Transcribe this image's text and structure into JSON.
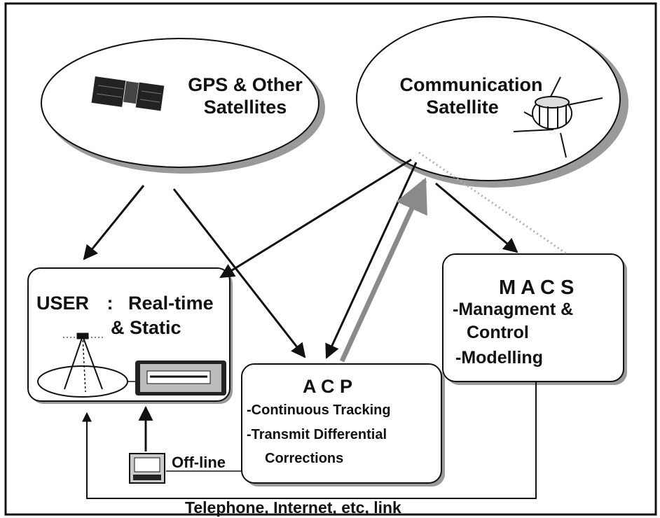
{
  "nodes": {
    "gps": {
      "line1": "GPS & Other",
      "line2": "Satellites",
      "icon": "satellite-panel-icon"
    },
    "comm": {
      "line1": "Communication",
      "line2": "Satellite",
      "icon": "satellite-icon"
    },
    "user": {
      "title": "USER",
      "colon": ":",
      "line1": "Real-time",
      "line2": "& Static",
      "icon1": "antenna-tripod-icon",
      "icon2": "receiver-icon"
    },
    "acp": {
      "title": "A C P",
      "items": [
        "-Continuous Tracking",
        "-Transmit Differential",
        "Corrections"
      ]
    },
    "macs": {
      "title": "M A C S",
      "items": [
        "-Managment &",
        "Control",
        "-Modelling"
      ]
    },
    "offline": {
      "label": "Off-line",
      "icon": "computer-icon"
    }
  },
  "links": {
    "bottom": "Telephone, Internet, etc, link"
  },
  "colors": {
    "line": "#111111",
    "shadow": "#9a9a9a",
    "fill": "#ffffff"
  }
}
